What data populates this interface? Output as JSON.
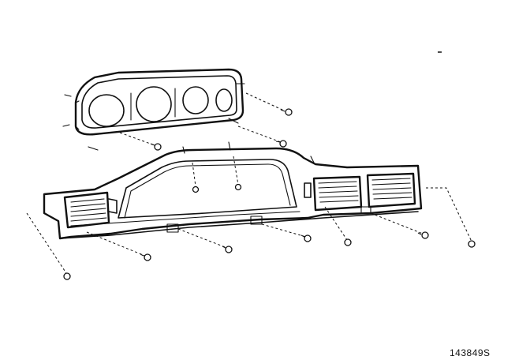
{
  "diagram": {
    "part_number": "143849S",
    "components": [
      "instrument-cluster-cover",
      "dashboard-trim-panel",
      "left-air-vent",
      "center-air-vent",
      "right-air-vent",
      "mounting-screws"
    ],
    "screw_count": 12
  }
}
